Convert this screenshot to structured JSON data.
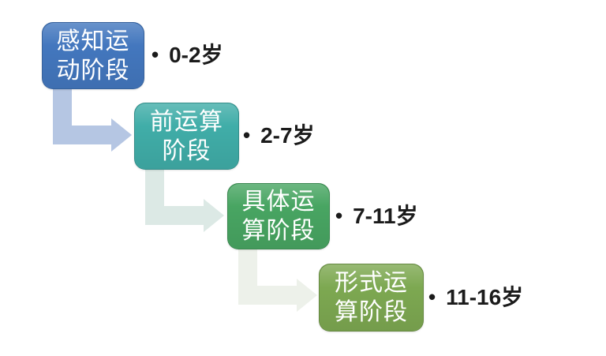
{
  "diagram": {
    "type": "step-down-process",
    "bullet_char": "•",
    "colors": {
      "background": "#ffffff",
      "box_text": "#ffffff",
      "age_text": "#1b1b1b"
    },
    "stages": [
      {
        "name": "感知运动阶段",
        "line1": "感知运",
        "line2": "动阶段",
        "age": "0-2岁",
        "color": "#4377BE"
      },
      {
        "name": "前运算阶段",
        "line1": "前运算",
        "line2": "阶段",
        "age": "2-7岁",
        "color": "#40ADA8"
      },
      {
        "name": "具体运算阶段",
        "line1": "具体运",
        "line2": "算阶段",
        "age": "7-11岁",
        "color": "#48A562"
      },
      {
        "name": "形式运算阶段",
        "line1": "形式运",
        "line2": "算阶段",
        "age": "11-16岁",
        "color": "#7DA851"
      }
    ],
    "arrows": [
      {
        "color": "#B5C6E3"
      },
      {
        "color": "#DCE9E5"
      },
      {
        "color": "#EDF1EA"
      }
    ]
  }
}
